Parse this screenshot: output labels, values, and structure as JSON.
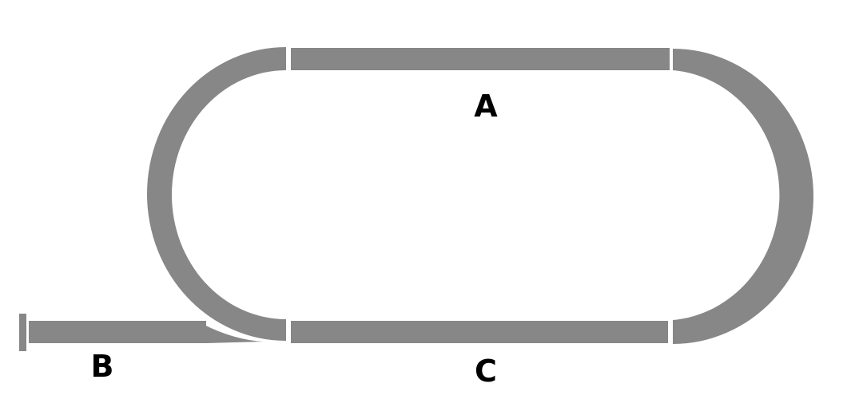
{
  "diagram": {
    "track_color": "#878787",
    "background_color": "#ffffff",
    "label_color": "#000000",
    "labels": {
      "a": "A",
      "b": "B",
      "c": "C"
    }
  }
}
